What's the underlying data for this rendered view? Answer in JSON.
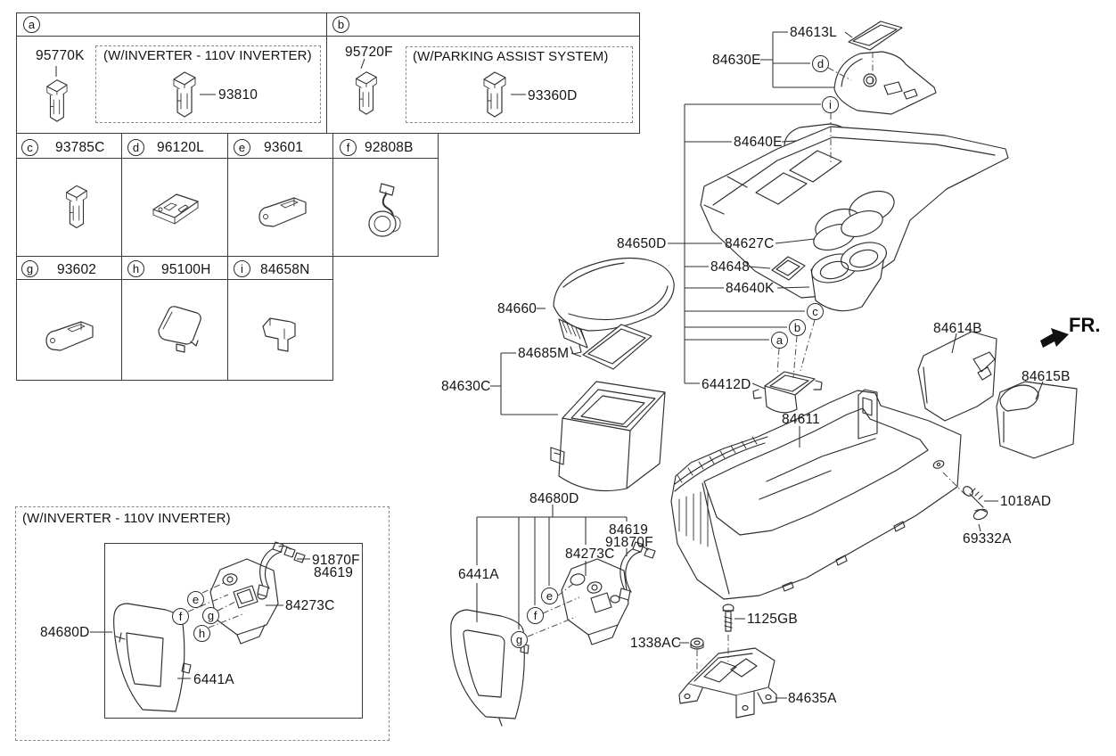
{
  "table": {
    "a": {
      "letter": "a",
      "part": "95770K",
      "note": "(W/INVERTER - 110V INVERTER)",
      "note_part": "93810"
    },
    "b": {
      "letter": "b",
      "part": "95720F",
      "note": "(W/PARKING ASSIST SYSTEM)",
      "note_part": "93360D"
    },
    "c": {
      "letter": "c",
      "part": "93785C"
    },
    "d": {
      "letter": "d",
      "part": "96120L"
    },
    "e": {
      "letter": "e",
      "part": "93601"
    },
    "f": {
      "letter": "f",
      "part": "92808B"
    },
    "g": {
      "letter": "g",
      "part": "93602"
    },
    "h": {
      "letter": "h",
      "part": "95100H"
    },
    "i": {
      "letter": "i",
      "part": "84658N"
    }
  },
  "main": {
    "fr": "FR.",
    "labels": {
      "84613L": "84613L",
      "84630E": "84630E",
      "84640E": "84640E",
      "84650D": "84650D",
      "84627C": "84627C",
      "84648": "84648",
      "84640K": "84640K",
      "84660": "84660",
      "84685M": "84685M",
      "84630C": "84630C",
      "64412D": "64412D",
      "84611": "84611",
      "84614B": "84614B",
      "84615B": "84615B",
      "1018AD": "1018AD",
      "69332A": "69332A",
      "84680D": "84680D",
      "84619": "84619",
      "91870F": "91870F",
      "84273C": "84273C",
      "6441A": "6441A",
      "1338AC": "1338AC",
      "1125GB": "1125GB",
      "84635A": "84635A"
    },
    "callouts": {
      "a": "a",
      "b": "b",
      "c": "c",
      "d": "d",
      "e": "e",
      "f": "f",
      "g": "g",
      "i": "i"
    }
  },
  "inset": {
    "note": "(W/INVERTER - 110V INVERTER)",
    "labels": {
      "91870F": "91870F",
      "84619": "84619",
      "84273C": "84273C",
      "84680D": "84680D",
      "6441A": "6441A"
    },
    "callouts": {
      "e": "e",
      "f": "f",
      "g": "g",
      "h": "h"
    }
  }
}
